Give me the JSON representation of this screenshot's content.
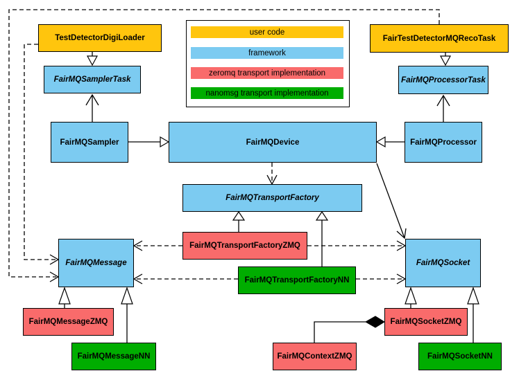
{
  "palette": {
    "user_code": "#FFC50D",
    "framework": "#7CCBF1",
    "zeromq": "#F96B6B",
    "nanomsg": "#00AD00",
    "line": "#000000",
    "background": "#FFFFFF"
  },
  "legend": {
    "items": [
      {
        "label": "user code",
        "color": "#FFC50D"
      },
      {
        "label": "framework",
        "color": "#7CCBF1"
      },
      {
        "label": "zeromq transport implementation",
        "color": "#F96B6B"
      },
      {
        "label": "nanomsg transport implementation",
        "color": "#00AD00"
      }
    ]
  },
  "nodes": {
    "testDetectorDigiLoader": {
      "label": "TestDetectorDigiLoader",
      "category": "user code",
      "abstract": false
    },
    "fairTestDetectorMQRecoTask": {
      "label": "FairTestDetectorMQRecoTask",
      "category": "user code",
      "abstract": false
    },
    "fairMQSamplerTask": {
      "label": "FairMQSamplerTask",
      "category": "framework",
      "abstract": true
    },
    "fairMQProcessorTask": {
      "label": "FairMQProcessorTask",
      "category": "framework",
      "abstract": true
    },
    "fairMQSampler": {
      "label": "FairMQSampler",
      "category": "framework",
      "abstract": false
    },
    "fairMQDevice": {
      "label": "FairMQDevice",
      "category": "framework",
      "abstract": false
    },
    "fairMQProcessor": {
      "label": "FairMQProcessor",
      "category": "framework",
      "abstract": false
    },
    "fairMQTransportFactory": {
      "label": "FairMQTransportFactory",
      "category": "framework",
      "abstract": true
    },
    "fairMQTransportFactoryZMQ": {
      "label": "FairMQTransportFactoryZMQ",
      "category": "zeromq",
      "abstract": false
    },
    "fairMQTransportFactoryNN": {
      "label": "FairMQTransportFactoryNN",
      "category": "nanomsg",
      "abstract": false
    },
    "fairMQMessage": {
      "label": "FairMQMessage",
      "category": "framework",
      "abstract": true
    },
    "fairMQSocket": {
      "label": "FairMQSocket",
      "category": "framework",
      "abstract": true
    },
    "fairMQMessageZMQ": {
      "label": "FairMQMessageZMQ",
      "category": "zeromq",
      "abstract": false
    },
    "fairMQMessageNN": {
      "label": "FairMQMessageNN",
      "category": "nanomsg",
      "abstract": false
    },
    "fairMQContextZMQ": {
      "label": "FairMQContextZMQ",
      "category": "zeromq",
      "abstract": false
    },
    "fairMQSocketZMQ": {
      "label": "FairMQSocketZMQ",
      "category": "zeromq",
      "abstract": false
    },
    "fairMQSocketNN": {
      "label": "FairMQSocketNN",
      "category": "nanomsg",
      "abstract": false
    }
  },
  "edges": [
    {
      "from": "TestDetectorDigiLoader",
      "to": "FairMQSamplerTask",
      "type": "inheritance-triangle"
    },
    {
      "from": "FairTestDetectorMQRecoTask",
      "to": "FairMQProcessorTask",
      "type": "inheritance-triangle"
    },
    {
      "from": "FairMQSampler",
      "to": "FairMQSamplerTask",
      "type": "open-arrow"
    },
    {
      "from": "FairMQProcessor",
      "to": "FairMQProcessorTask",
      "type": "open-arrow"
    },
    {
      "from": "FairMQSampler",
      "to": "FairMQDevice",
      "type": "inheritance-triangle"
    },
    {
      "from": "FairMQProcessor",
      "to": "FairMQDevice",
      "type": "inheritance-triangle"
    },
    {
      "from": "FairMQDevice",
      "to": "FairMQTransportFactory",
      "type": "dashed-dependency"
    },
    {
      "from": "FairMQDevice",
      "to": "FairMQSocket",
      "type": "solid-open-arrow"
    },
    {
      "from": "FairMQTransportFactoryZMQ",
      "to": "FairMQTransportFactory",
      "type": "inheritance-triangle"
    },
    {
      "from": "FairMQTransportFactoryNN",
      "to": "FairMQTransportFactory",
      "type": "inheritance-triangle"
    },
    {
      "from": "FairMQTransportFactoryZMQ",
      "to": "FairMQMessage",
      "type": "dashed-dependency"
    },
    {
      "from": "FairMQTransportFactoryZMQ",
      "to": "FairMQSocket",
      "type": "dashed-dependency"
    },
    {
      "from": "FairMQTransportFactoryNN",
      "to": "FairMQMessage",
      "type": "dashed-dependency"
    },
    {
      "from": "FairMQTransportFactoryNN",
      "to": "FairMQSocket",
      "type": "dashed-dependency"
    },
    {
      "from": "TestDetectorDigiLoader",
      "to": "FairMQMessage",
      "type": "dashed-dependency"
    },
    {
      "from": "FairTestDetectorMQRecoTask",
      "to": "FairMQMessage",
      "type": "dashed-dependency"
    },
    {
      "from": "FairMQMessageZMQ",
      "to": "FairMQMessage",
      "type": "inheritance-triangle"
    },
    {
      "from": "FairMQMessageNN",
      "to": "FairMQMessage",
      "type": "inheritance-triangle"
    },
    {
      "from": "FairMQSocketZMQ",
      "to": "FairMQSocket",
      "type": "inheritance-triangle"
    },
    {
      "from": "FairMQSocketNN",
      "to": "FairMQSocket",
      "type": "inheritance-triangle"
    },
    {
      "from": "FairMQContextZMQ",
      "to": "FairMQSocketZMQ",
      "type": "composition-diamond"
    }
  ]
}
